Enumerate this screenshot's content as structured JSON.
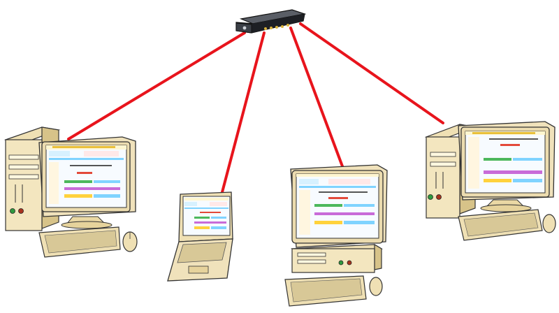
{
  "diagram": {
    "type": "network-star-topology",
    "colors": {
      "link": "#e8141c",
      "beige": "#f0e2bb",
      "beige_dark": "#c9b27a",
      "switch_body": "#2a2d33",
      "switch_leds": "#d9b23a",
      "screen_bg": "#f7fbff",
      "screen_banner": "#d7f1ff",
      "green_bar": "#4cb85c",
      "purple_bar": "#c86bd8",
      "yellow_bar": "#ffd23c",
      "cyan_bar": "#7fd3ff"
    },
    "hub": {
      "icon": "network-switch-icon"
    },
    "nodes": [
      {
        "id": "desktop-left",
        "icon": "desktop-computer-icon"
      },
      {
        "id": "laptop",
        "icon": "laptop-icon"
      },
      {
        "id": "desktop-center",
        "icon": "desktop-computer-icon"
      },
      {
        "id": "desktop-right",
        "icon": "desktop-computer-icon"
      }
    ],
    "links": [
      {
        "from": "hub",
        "to": "desktop-left"
      },
      {
        "from": "hub",
        "to": "laptop"
      },
      {
        "from": "hub",
        "to": "desktop-center"
      },
      {
        "from": "hub",
        "to": "desktop-right"
      }
    ]
  }
}
